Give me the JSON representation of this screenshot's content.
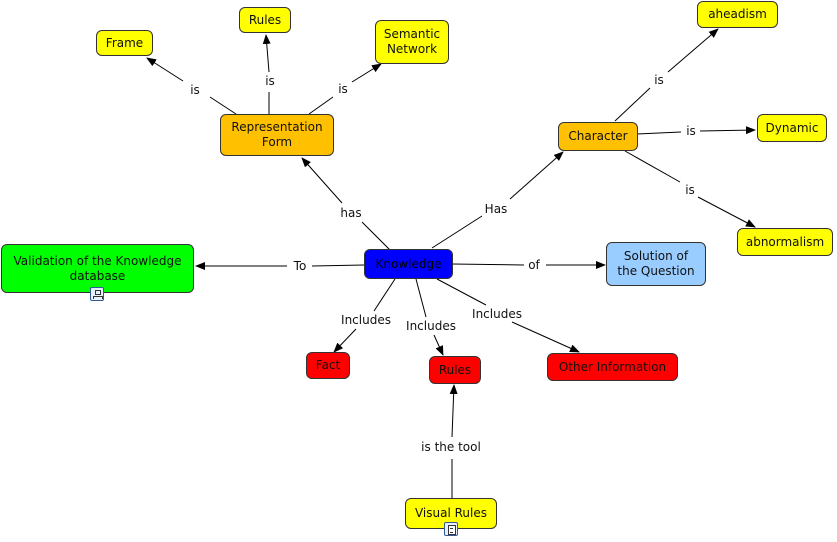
{
  "colors": {
    "yellow": "#ffff00",
    "orange": "#ffc000",
    "blue": "#0000ff",
    "light_blue": "#99ccff",
    "green": "#00ff00",
    "red": "#ff0000",
    "line": "#000000"
  },
  "icons": {
    "visual_rules": "document-icon",
    "validation": "concept-map-icon"
  },
  "nodes": {
    "frame": "Frame",
    "rules_top": "Rules",
    "semantic_network": "Semantic Network",
    "representation_form": "Representation Form",
    "character": "Character",
    "aheadism": "aheadism",
    "dynamic": "Dynamic",
    "abnormalism": "abnormalism",
    "knowledge": "Knowledge",
    "solution": "Solution of the Question",
    "validation": "Validation of the Knowledge database",
    "fact": "Fact",
    "rules_mid": "Rules",
    "other_information": "Other Information",
    "visual_rules": "Visual Rules"
  },
  "links": {
    "is_frame": "is",
    "is_rules": "is",
    "is_semantic": "is",
    "has": "has",
    "has_character": "Has",
    "is_aheadism": "is",
    "is_dynamic": "is",
    "is_abnormalism": "is",
    "to": "To",
    "of": "of",
    "includes_fact": "Includes",
    "includes_rules": "Includes",
    "includes_other": "Includes",
    "is_the_tool": "is the tool"
  }
}
